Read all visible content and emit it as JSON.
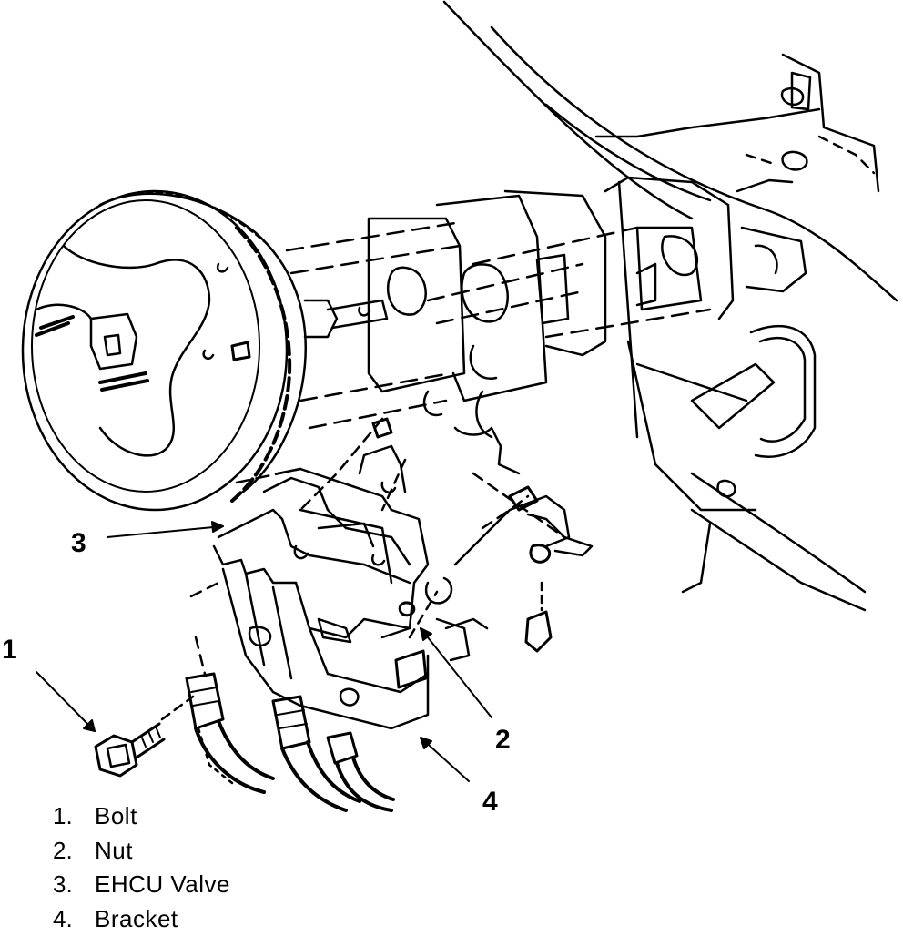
{
  "colors": {
    "ink": "#000000",
    "paper": "#ffffff"
  },
  "callouts": [
    {
      "id": "1",
      "label": "1"
    },
    {
      "id": "2",
      "label": "2"
    },
    {
      "id": "3",
      "label": "3"
    },
    {
      "id": "4",
      "label": "4"
    }
  ],
  "legend": [
    {
      "num": "1.",
      "label": "Bolt"
    },
    {
      "num": "2.",
      "label": "Nut"
    },
    {
      "num": "3.",
      "label": "EHCU Valve"
    },
    {
      "num": "4.",
      "label": "Bracket"
    }
  ]
}
